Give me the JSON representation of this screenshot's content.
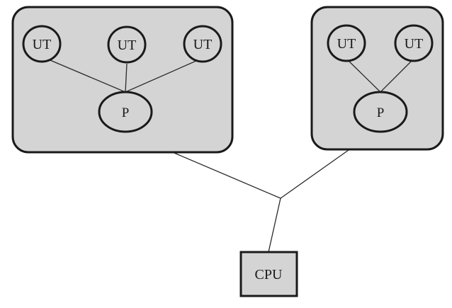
{
  "processes": [
    {
      "threads": [
        {
          "label": "UT"
        },
        {
          "label": "UT"
        },
        {
          "label": "UT"
        }
      ],
      "label": "P"
    },
    {
      "threads": [
        {
          "label": "UT"
        },
        {
          "label": "UT"
        }
      ],
      "label": "P"
    }
  ],
  "cpu": {
    "label": "CPU"
  },
  "colors": {
    "box_fill": "#d4d4d4",
    "stroke": "#1a1a1a",
    "connector": "#2a2a2a",
    "background": "#ffffff"
  }
}
